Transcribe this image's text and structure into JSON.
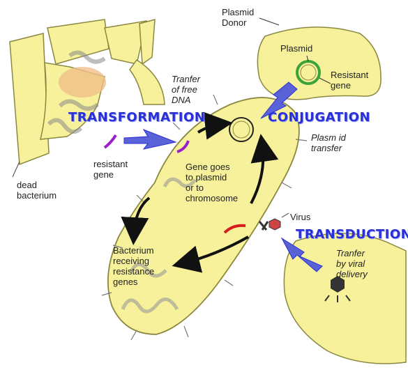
{
  "processes": {
    "transformation": "TRANSFORMATION",
    "conjugation": "CONJUGATION",
    "transduction": "TRANSDUCTION"
  },
  "labels": {
    "plasmid_donor": "Plasmid\nDonor",
    "plasmid": "Plasmid",
    "resistant_gene_donor": "Resistant\ngene",
    "transfer_free_dna": "Tranfer\nof free\nDNA",
    "plasmid_transfer": "Plasm id\ntransfer",
    "resistant_gene_left": "resistant\ngene",
    "dead_bacterium": "dead\nbacterium",
    "gene_goes": "Gene goes\nto plasmid\nor to\nchromosome",
    "virus": "Virus",
    "viral_delivery": "Tranfer\nby viral\ndelivery",
    "receiving": "Bacterium\nreceiving\nresistance\ngenes"
  },
  "colors": {
    "cell_fill": "#f6f19a",
    "cell_stroke": "#8a8740",
    "title_blue": "#2a2fd6",
    "arrow_blue": "#5a62d8",
    "gene_red": "#d81c1c",
    "gene_purple": "#9b1fc8",
    "plasmid_green": "#3aa33a"
  }
}
